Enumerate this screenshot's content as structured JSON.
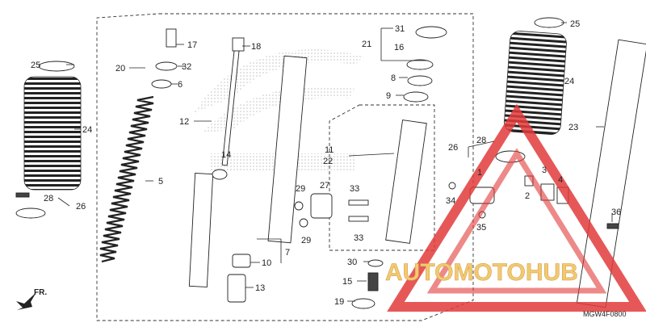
{
  "diagram": {
    "code": "MGW4F0800",
    "direction_label": "FR.",
    "watermark_text": "AUTOMOTOHUB",
    "colors": {
      "ink": "#222222",
      "watermark": "#e23b3b",
      "watermark_text": "#f0c05a"
    },
    "callouts": [
      "1",
      "2",
      "3",
      "4",
      "5",
      "6",
      "7",
      "8",
      "9",
      "10",
      "11",
      "12",
      "13",
      "14",
      "15",
      "16",
      "17",
      "18",
      "19",
      "20",
      "21",
      "22",
      "23",
      "24",
      "25",
      "26",
      "27",
      "28",
      "29",
      "30",
      "31",
      "32",
      "33",
      "34",
      "35",
      "36"
    ]
  }
}
